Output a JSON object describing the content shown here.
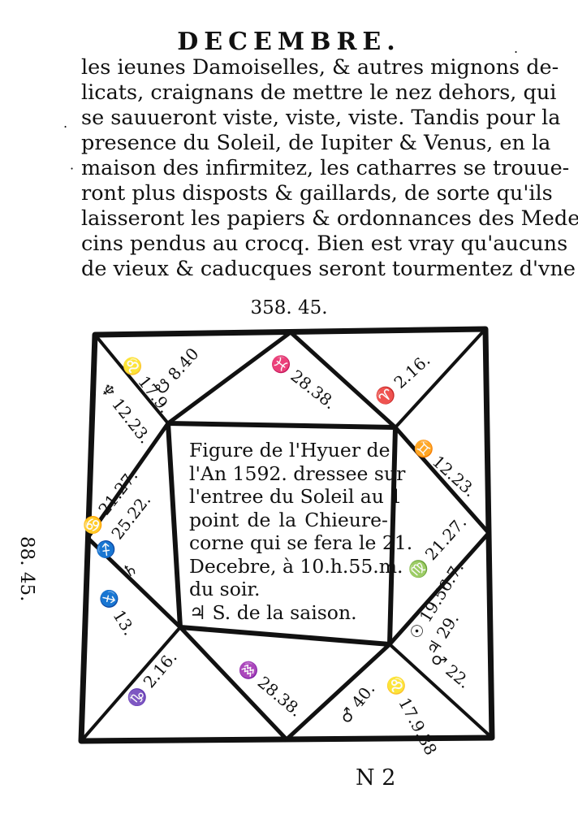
{
  "page": {
    "header": "DECEMBRE.",
    "body_lines": [
      "les ieunes Damoiselles, & autres mignons de-",
      "licats, craignans de mettre le nez dehors, qui",
      "se sauueront viste, viste, viste. Tandis pour la",
      "presence du Soleil, de Iupiter & Venus, en la",
      "maison des infirmitez, les catharres se trouue-",
      "ront plus disposts & gaillards, de sorte qu'ils",
      "laisseront les papiers & ordonnances des Mede-",
      "cins pendus au crocq. Bien est vray qu'aucuns",
      "de vieux & caducques seront tourmentez d'vne"
    ],
    "stray_marks": [
      ".",
      "·",
      "."
    ],
    "footer_signature": "N 2"
  },
  "figure": {
    "top_label": "358. 45.",
    "left_label": "88. 45.",
    "center_lines": [
      "Figure de l'Hyuer de",
      "l'An 1592. dressee sur",
      "l'entree du Soleil au 1",
      "point de la Chieure-",
      "corne qui se fera le 21.",
      "Decebre, à 10.h.55.m.",
      "du soir.",
      "♃ S. de la saison."
    ],
    "houses": [
      "♌ 17.9.",
      "☋ 8.40",
      "♓ 28.38.",
      "♈ 2.16.",
      "♊ 12.23.",
      "♍ 21.27.",
      "☉ 19.56.7.",
      "♃ 29.",
      "♂ 22.",
      "♌ 17.9.38",
      "♂ 40.",
      "♒ 28.38.",
      "♑ 2.16.",
      "♐ 13.",
      "♐ 25.22.",
      "♄",
      "♋ 21.27.",
      "♆ 12.23."
    ]
  }
}
